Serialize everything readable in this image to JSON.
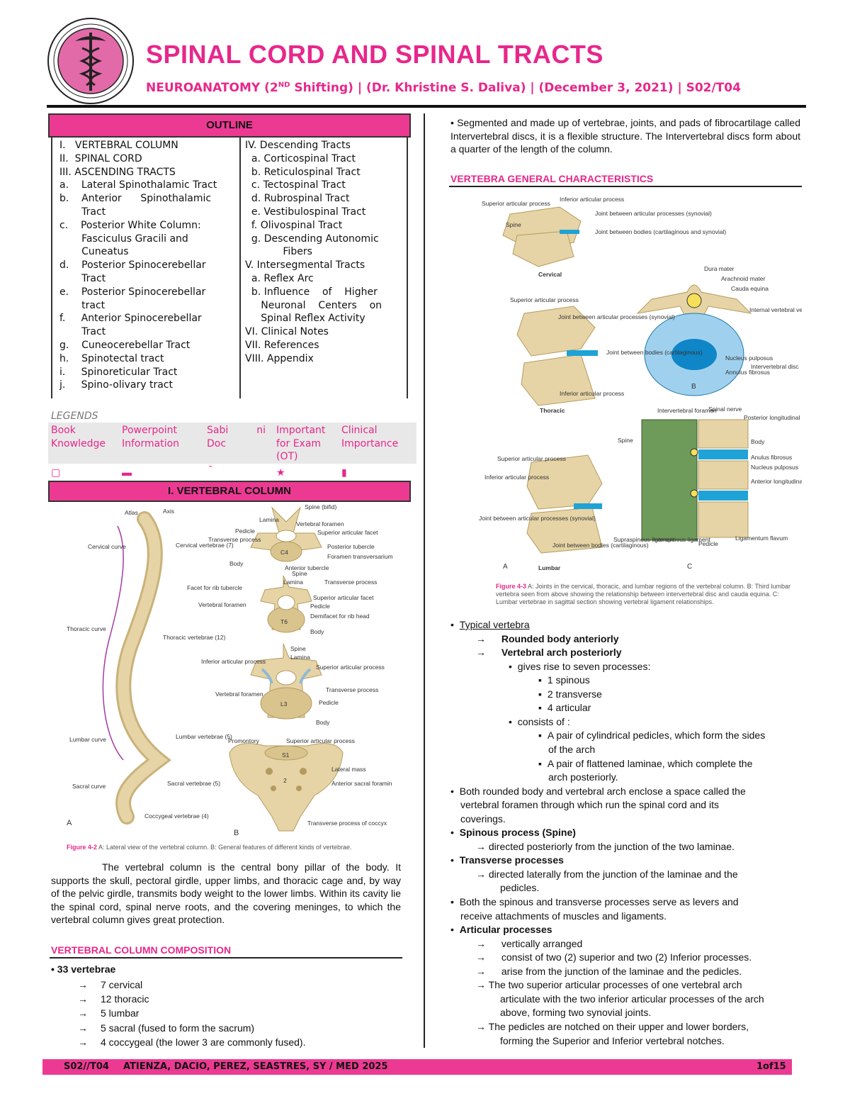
{
  "header": {
    "title": "SPINAL CORD AND SPINAL TRACTS",
    "subtitle_a": "NEUROANATOMY (2",
    "subtitle_sup": "ND",
    "subtitle_b": " Shifting) | (Dr. Khristine S. Daliva) | (December 3, 2021) | S02/T04"
  },
  "outline": {
    "title": "OUTLINE",
    "left": [
      "I.   VERTEBRAL COLUMN",
      "II.  SPINAL CORD",
      "III. ASCENDING TRACTS",
      "a.    Lateral Spinothalamic Tract",
      "b.    Anterior      Spinothalamic",
      "       Tract",
      "c.    Posterior White Column:",
      "       Fasciculus Gracili and",
      "       Cuneatus",
      "d.    Posterior Spinocerebellar",
      "       Tract",
      "e.    Posterior Spinocerebellar",
      "       tract",
      "f.     Anterior Spinocerebellar",
      "       Tract",
      "g.    Cuneocerebellar Tract",
      "h.    Spinotectal tract",
      "i.     Spinoreticular Tract",
      "j.     Spino-olivary tract"
    ],
    "right": [
      "IV. Descending Tracts",
      "  a. Corticospinal Tract",
      "  b. Reticulospinal Tract",
      "  c. Tectospinal Tract",
      "  d. Rubrospinal Tract",
      "  e. Vestibulospinal Tract",
      "  f. Olivospinal Tract",
      "  g. Descending Autonomic",
      "            Fibers",
      "V. Intersegmental Tracts",
      "  a. Reflex Arc",
      "  b. Influence    of    Higher",
      "     Neuronal    Centers    on",
      "     Spinal Reflex Activity",
      "VI. Clinical Notes",
      "VII. References",
      "VIII. Appendix"
    ]
  },
  "legends": {
    "label": "LEGENDS",
    "items": [
      {
        "text": "Book\nKnowledge",
        "icon": "book-icon"
      },
      {
        "text": "Powerpoint\nInformation",
        "icon": "slides-icon"
      },
      {
        "text": "Sabi         ni\nDoc",
        "icon": "speech-icon"
      },
      {
        "text": "Important\nfor Exam\n(OT)",
        "icon": "star-icon"
      },
      {
        "text": "Clinical\nImportance",
        "icon": "pin-icon"
      }
    ]
  },
  "section1": {
    "bar": "I. VERTEBRAL COLUMN",
    "fig2_caption_a": "Figure 4-2",
    "fig2_caption_b": "  A: Lateral view of the vertebral column. B: General features of different kinds of vertebrae.",
    "fig2_labels": {
      "atlas": "Atlas",
      "axis": "Axis",
      "cervical_curve": "Cervical curve",
      "cervical_vert": "Cervical vertebrae (7)",
      "thoracic_curve": "Thoracic curve",
      "thoracic_vert": "Thoracic vertebrae (12)",
      "lumbar_curve": "Lumbar curve",
      "lumbar_vert": "Lumbar vertebrae (5)",
      "sacral_curve": "Sacral curve",
      "sacral_vert": "Sacral vertebrae (5)",
      "coccygeal": "Coccygeal vertebrae (4)",
      "a": "A",
      "b": "B",
      "c4": "C4",
      "t6": "T6",
      "l3": "L3",
      "s1": "S1",
      "two": "2",
      "spine_bifid": "Spine (bifid)",
      "lamina": "Lamina",
      "vertebral_foramen": "Vertebral foramen",
      "pedicle": "Pedicle",
      "sup_art_facet": "Superior articular facet",
      "transverse": "Transverse process",
      "post_tubercle": "Posterior tubercle",
      "foramen_trans": "Foramen transversarium",
      "body": "Body",
      "ant_tubercle": "Anterior tubercle",
      "spine": "Spine",
      "facet_rib": "Facet for rib tubercle",
      "demifacet": "Demifacet for rib head",
      "inf_art": "Inferior articular process",
      "sup_art_proc": "Superior articular process",
      "promontory": "Promontory",
      "lateral_mass": "Lateral mass",
      "ant_sacral": "Anterior sacral foramina",
      "trans_coccyx": "Transverse process of coccyx"
    },
    "paragraph": "The vertebral column is the central bony pillar of the body. It supports the skull, pectoral girdle, upper limbs, and thoracic cage and, by way of the pelvic girdle, transmits body weight to the lower limbs. Within its cavity lie the spinal cord, spinal nerve roots, and the covering meninges, to which the vertebral column gives great protection.",
    "composition_title": "VERTEBRAL COLUMN COMPOSITION",
    "composition": {
      "head": "• 33 vertebrae",
      "items": [
        "7 cervical",
        "12 thoracic",
        "5 lumbar",
        "5 sacral (fused to form the sacrum)",
        "4 coccygeal (the lower 3 are commonly fused)."
      ]
    }
  },
  "right": {
    "intro": "• Segmented and made up of vertebrae, joints, and pads of fibrocartilage called Intervertebral discs, it is a flexible structure. The Intervertebral discs form about a quarter of the length of the column.",
    "general_title": "VERTEBRA GENERAL CHARACTERISTICS",
    "fig3_labels": {
      "sup_art": "Superior articular process",
      "inf_art": "Inferior articular process",
      "spine": "Spine",
      "joint_art": "Joint between articular processes (synovial)",
      "joint_bodies": "Joint between bodies (cartilaginous and synovial)",
      "cervical": "Cervical",
      "dura": "Dura mater",
      "arachnoid": "Arachnoid mater",
      "cauda": "Cauda equina",
      "internal_veins": "Internal vertebral veins",
      "joint_bodies_cart": "Joint between bodies (cartilaginous)",
      "nucleus": "Nucleus pulposus",
      "annulus": "Annulus fibrosus",
      "iv_disc": "Intervertebral disc",
      "b": "B",
      "thoracic": "Thoracic",
      "iv_foramen": "Intervertebral foramen",
      "spinal_nerve": "Spinal nerve",
      "post_long": "Posterior longitudinal ligament",
      "body": "Body",
      "anulus": "Anulus fibrosus",
      "nucleus2": "Nucleus pulposus",
      "ant_long": "Anterior longitudinal ligament",
      "supraspinous": "Supraspinous ligament",
      "interspinous": "Interspinous ligament",
      "pedicle": "Pedicle",
      "flavum": "Ligamentum flavum",
      "a": "A",
      "lumbar": "Lumbar",
      "c": "C"
    },
    "fig3_caption_a": "Figure 4-3",
    "fig3_caption_b": "  A: Joints in the cervical, thoracic, and lumbar regions of the vertebral column. B: Third lumbar vertebra seen from above showing the relationship between intervertebral disc and cauda equina. C: Lumbar vertebrae in sagittal section showing vertebral ligament relationships.",
    "lines": [
      "Typical vertebra",
      "Rounded body anteriorly",
      "Vertebral arch posteriorly",
      "gives rise to seven processes:",
      "1 spinous",
      "2 transverse",
      "4 articular",
      "consists of :",
      "A pair of cylindrical pedicles, which form the sides",
      "of the arch",
      "A pair of flattened laminae, which complete the",
      "arch posteriorly.",
      "Both rounded body and vertebral arch enclose a space called the",
      "vertebral foramen through which run the spinal cord and its",
      "coverings.",
      "Spinous process (Spine)",
      "→ directed posteriorly from the junction of the two laminae.",
      "Transverse processes",
      "→ directed laterally from the junction of the laminae and the",
      "pedicles.",
      "Both the spinous and transverse processes serve as levers and",
      "receive attachments of muscles and ligaments.",
      "Articular processes",
      "vertically arranged",
      "consist of two (2) superior and two (2) Inferior processes.",
      "arise from the junction of the laminae and the pedicles.",
      "→ The two superior articular processes of one vertebral arch",
      "articulate with the two inferior articular processes of the arch",
      "above, forming two synovial joints.",
      "→ The pedicles are notched on their upper and lower borders,",
      "forming the Superior and Inferior vertebral notches."
    ]
  },
  "footer": {
    "code": "S02//T04",
    "authors": "ATIENZA, DACIO, PEREZ, SEASTRES, SY / MED 2025",
    "page": "1of15"
  },
  "colors": {
    "accent": "#ec3a93",
    "accent_text": "#e7278b",
    "bone": "#e6d4a6",
    "disc": "#1fa3d6"
  }
}
